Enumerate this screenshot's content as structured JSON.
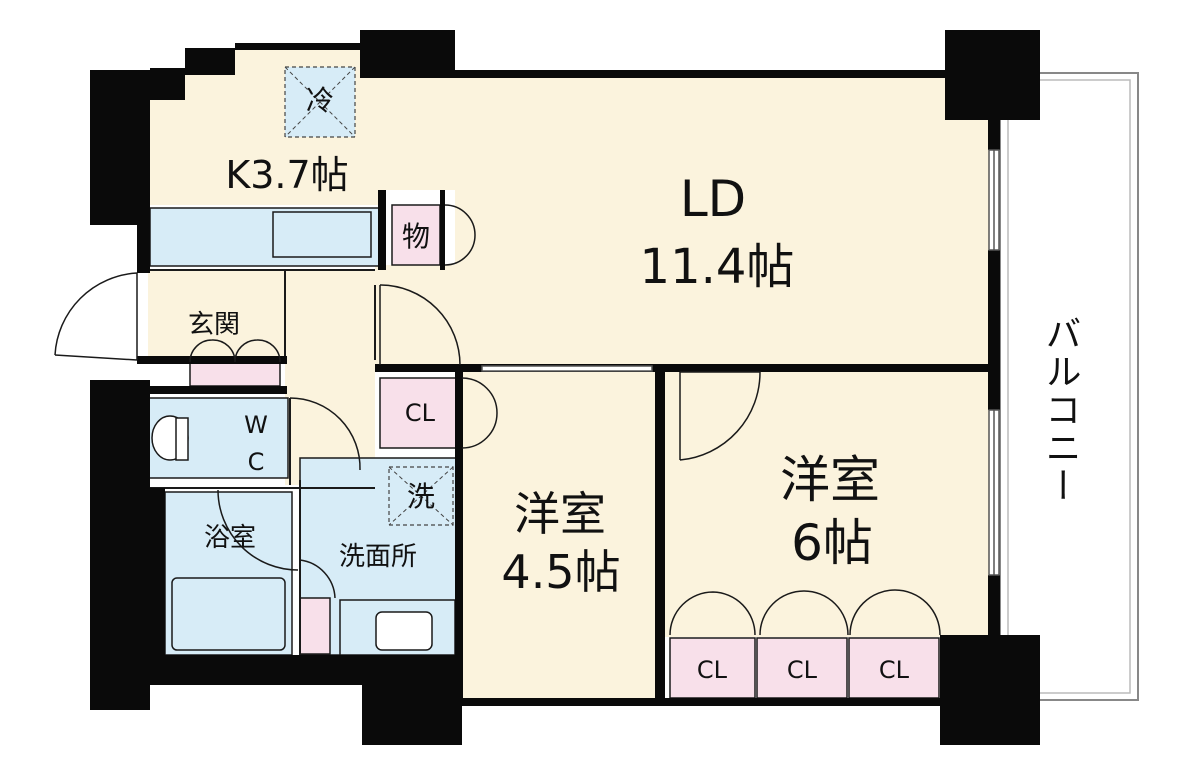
{
  "colors": {
    "wall": "#0a0a0a",
    "floor": "#fbf3dd",
    "wet": "#d7ecf7",
    "closet": "#f8e0ea",
    "line": "#1a1a1a"
  },
  "rooms": {
    "kitchen": {
      "name": "K3.7帖"
    },
    "ld": {
      "name": "LD",
      "size": "11.4帖"
    },
    "western_a": {
      "name": "洋室",
      "size": "4.5帖"
    },
    "western_b": {
      "name": "洋室",
      "size": "6帖"
    },
    "genkan": {
      "name": "玄関"
    },
    "bath": {
      "name": "浴室"
    },
    "washroom": {
      "name": "洗面所"
    },
    "wc": {
      "line1": "W",
      "line2": "C"
    },
    "storage": {
      "name": "物"
    },
    "fridge": {
      "name": "冷"
    },
    "washer": {
      "name": "洗"
    }
  },
  "closets": {
    "hall": "CL",
    "a": "CL",
    "b": "CL",
    "c": "CL"
  },
  "balcony": {
    "label": "バルコニー"
  }
}
